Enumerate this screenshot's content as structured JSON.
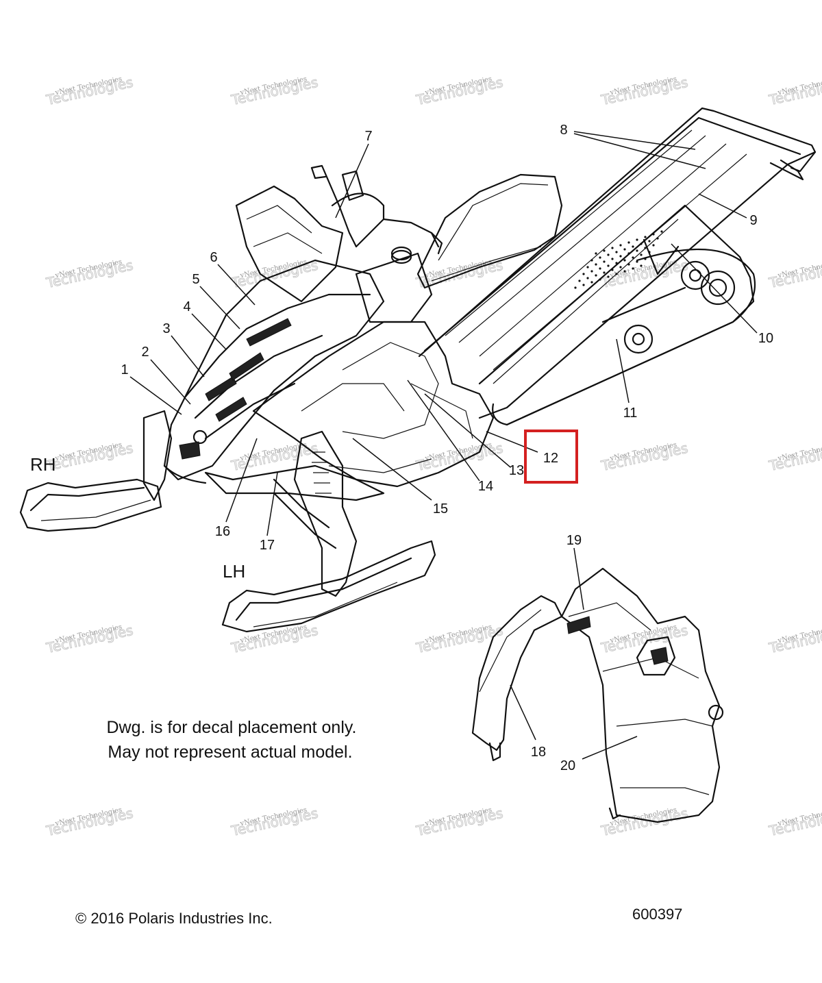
{
  "callouts": [
    {
      "n": "1",
      "highlight": false
    },
    {
      "n": "2",
      "highlight": false
    },
    {
      "n": "3",
      "highlight": false
    },
    {
      "n": "4",
      "highlight": false
    },
    {
      "n": "5",
      "highlight": false
    },
    {
      "n": "6",
      "highlight": false
    },
    {
      "n": "7",
      "highlight": false
    },
    {
      "n": "8",
      "highlight": false
    },
    {
      "n": "9",
      "highlight": false
    },
    {
      "n": "10",
      "highlight": false
    },
    {
      "n": "11",
      "highlight": false
    },
    {
      "n": "12",
      "highlight": true
    },
    {
      "n": "13",
      "highlight": false
    },
    {
      "n": "14",
      "highlight": false
    },
    {
      "n": "15",
      "highlight": false
    },
    {
      "n": "16",
      "highlight": false
    },
    {
      "n": "17",
      "highlight": false
    },
    {
      "n": "18",
      "highlight": false
    },
    {
      "n": "19",
      "highlight": false
    },
    {
      "n": "20",
      "highlight": false
    }
  ],
  "side_labels": {
    "rh": "RH",
    "lh": "LH"
  },
  "note": {
    "line1": "Dwg. is for decal placement only.",
    "line2": "May not represent actual model."
  },
  "footer": {
    "copyright": "© 2016 Polaris Industries Inc.",
    "drawing_number": "600397"
  },
  "watermark": {
    "small": "vNext Technologies",
    "big": "Technologies"
  },
  "colors": {
    "highlight_box": "#d42020",
    "line": "#111111"
  }
}
